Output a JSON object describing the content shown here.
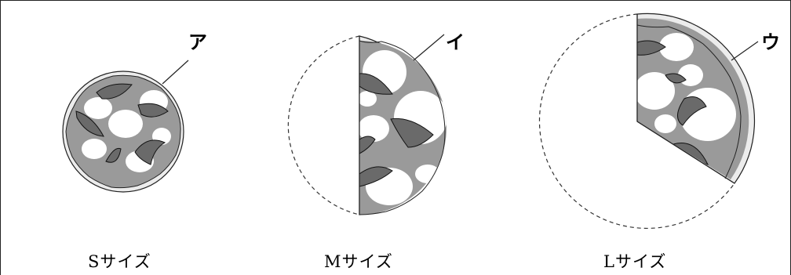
{
  "figure": {
    "sizes": [
      {
        "caption": "Sサイズ",
        "marker": "ア"
      },
      {
        "caption": "Mサイズ",
        "marker": "イ"
      },
      {
        "caption": "Lサイズ",
        "marker": "ウ"
      }
    ]
  }
}
